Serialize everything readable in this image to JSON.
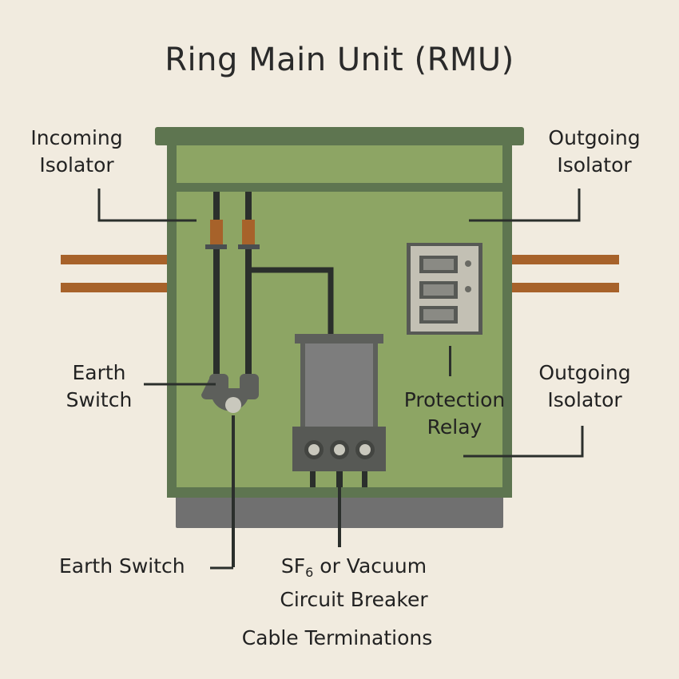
{
  "title": "Ring Main Unit (RMU)",
  "labels": {
    "incoming_isolator": [
      "Incoming",
      "Isolator"
    ],
    "outgoing_isolator_top": [
      "Outgoing",
      "Isolator"
    ],
    "earth_switch_left": [
      "Earth",
      "Switch"
    ],
    "protection_relay": [
      "Protection",
      "Relay"
    ],
    "outgoing_isolator_mid": [
      "Outgoing",
      "Isolator"
    ],
    "earth_switch_bottom": "Earth Switch",
    "circuit_breaker": {
      "prefix": "SF",
      "subscript": "6",
      "suffix": " or Vacuum",
      "line2": "Circuit Breaker"
    },
    "cable_terminations": "Cable Terminations"
  },
  "colors": {
    "background": "#f1ebdf",
    "cabinet_dark": "#5e7550",
    "cabinet_light": "#8da564",
    "base": "#707070",
    "wire": "#2b2f2c",
    "bushing": "#a7622a",
    "cable": "#a7622a",
    "breaker": "#7d7d7d",
    "relay_panel": "#c3c0b4"
  }
}
